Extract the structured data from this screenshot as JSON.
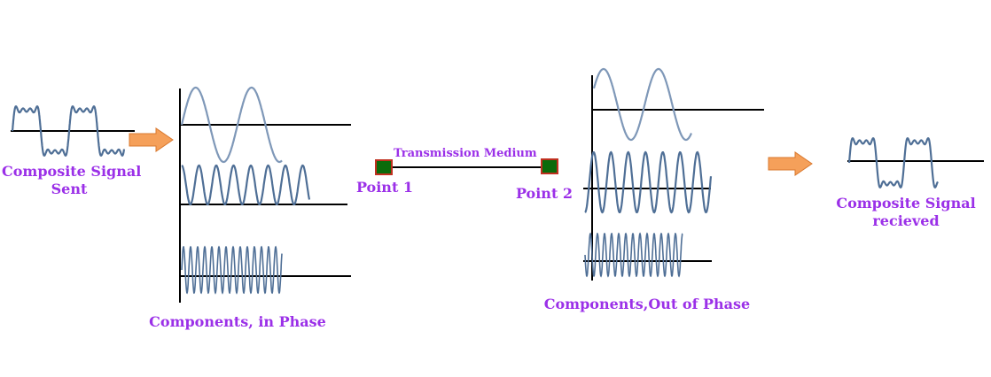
{
  "labels": {
    "composite_sent_line1": "Composite Signal",
    "composite_sent_line2": "Sent",
    "components_in_phase": "Components, in Phase",
    "transmission_medium": "Transmission Medium",
    "point1": "Point 1",
    "point2": "Point 2",
    "components_out_of_phase": "Components,Out of Phase",
    "composite_received_line1": "Composite Signal",
    "composite_received_line2": "recieved"
  },
  "colors": {
    "label_text": "#9b30e8",
    "wave_stroke": "#4f6f96",
    "wave_stroke_light": "#7f98b8",
    "axis": "#000000",
    "arrow_fill": "#f5a05a",
    "arrow_stroke": "#d9782e",
    "point_fill": "#0b6b0b",
    "point_stroke": "#c03020"
  },
  "icons": {
    "arrow": "right-arrow-icon",
    "point": "square-node-icon"
  }
}
